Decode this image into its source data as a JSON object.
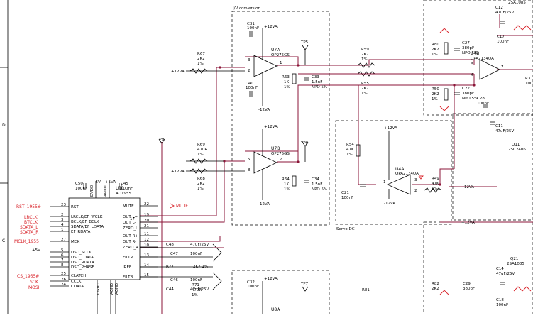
{
  "blocks": {
    "iv_title": "I/V conversion",
    "servo_title": "Servo DC"
  },
  "border": {
    "row_c": "C",
    "row_d": "D"
  },
  "rails": {
    "p12": "+12VA",
    "m12": "-12VA",
    "p5": "+5V",
    "p5va": "+5VA"
  },
  "testpoints": [
    "TP5",
    "TP6",
    "TP9",
    "TP7"
  ],
  "u7a": {
    "ref": "U7A",
    "part": "OP275GS"
  },
  "u7b": {
    "ref": "U7B",
    "part": "OP275GS"
  },
  "u8a": {
    "ref": "U8A"
  },
  "u4a": {
    "ref": "U4A",
    "part": "OPA2134UA"
  },
  "u4b": {
    "ref": "U4B",
    "part": "OPA2134UA"
  },
  "u11": {
    "ref": "U11",
    "part": "AD1955",
    "power_pins": [
      "DVDD",
      "AVDD"
    ],
    "gnd_pins": [
      "DGND",
      "AGND",
      "AGND"
    ],
    "left_pins": [
      {
        "num": "23",
        "name": "RST"
      },
      {
        "num": "2",
        "name": "LRCLK/EF_WCLK"
      },
      {
        "num": "3",
        "name": "BCLK/EF_BCLK"
      },
      {
        "num": "4",
        "name": "SDATA/EF_LDATA"
      },
      {
        "num": "1",
        "name": "EF_RDATA"
      },
      {
        "num": "27",
        "name": "MCK"
      },
      {
        "num": "5",
        "name": "DSD_SCLK"
      },
      {
        "num": "6",
        "name": "DSD_LDATA"
      },
      {
        "num": "7",
        "name": "DSD_RDATA"
      },
      {
        "num": "8",
        "name": "DSD_PHASE"
      },
      {
        "num": "25",
        "name": "CLATCH"
      },
      {
        "num": "26",
        "name": "CCLK"
      },
      {
        "num": "24",
        "name": "CDATA"
      }
    ],
    "right_pins": [
      {
        "num": "22",
        "name": "MUTE"
      },
      {
        "num": "19",
        "name": "OUT L+"
      },
      {
        "num": "20",
        "name": "OUT L-"
      },
      {
        "num": "21",
        "name": "ZERO_L"
      },
      {
        "num": "11",
        "name": "OUT R+"
      },
      {
        "num": "12",
        "name": "OUT R-"
      },
      {
        "num": "10",
        "name": "ZERO_R"
      },
      {
        "num": "13",
        "name": "FILTR"
      },
      {
        "num": "14",
        "name": "IREF"
      },
      {
        "num": "15",
        "name": "FILTB"
      }
    ],
    "extra_pin_nums": [
      "17"
    ]
  },
  "signals": {
    "rst": "RST_1955#",
    "lrclk": "LRCLK",
    "btclk": "BTCLK",
    "sdata_l": "SDATA_L",
    "sdata_r": "SDATA_R",
    "mclk": "MCLK_1955",
    "cs": "CS_1955#",
    "sck": "SCK",
    "mosi": "MOSI",
    "mute": "MUTE"
  },
  "pins": {
    "u7a_in_a": "3",
    "u7a_in_b": "2",
    "u7a_out": "1",
    "u7b_in_a": "5",
    "u7b_in_b": "8",
    "u7b_out": "7",
    "u4a_in_a": "3",
    "u4a_in_b": "2",
    "u4a_out": "1",
    "u4b_in_a": "5",
    "u4b_in_b": "6",
    "u4b_out": "7"
  },
  "parts": {
    "r67": {
      "ref": "R67",
      "val": "2K2",
      "tol": "1%"
    },
    "r68": {
      "ref": "R68",
      "val": "2K2",
      "tol": "1%"
    },
    "r69": {
      "ref": "R69",
      "val": "470R",
      "tol": "1%"
    },
    "r71": {
      "ref": "R71",
      "val": "470R",
      "tol": "1%"
    },
    "r63": {
      "ref": "R63",
      "val": "1K",
      "tol": "1%"
    },
    "r64": {
      "ref": "R64",
      "val": "1K",
      "tol": "1%"
    },
    "r59": {
      "ref": "R59",
      "val": "2K7",
      "tol": "1%"
    },
    "r55": {
      "ref": "R55",
      "val": "2K7",
      "tol": "1%"
    },
    "r54": {
      "ref": "R54",
      "val": "47K",
      "tol": "1%"
    },
    "r49": {
      "ref": "R49",
      "val": "47K",
      "tol": "1%"
    },
    "r80": {
      "ref": "R80",
      "val": "2K2",
      "tol": "1%"
    },
    "r50": {
      "ref": "R50",
      "val": "2K2",
      "tol": "1%"
    },
    "r77": {
      "ref": "R77",
      "val": "2K7 1%"
    },
    "r81": {
      "ref": "R81"
    },
    "r82": {
      "ref": "R82",
      "val": "2K2"
    },
    "c31": {
      "ref": "C31",
      "val": "100nF"
    },
    "c40": {
      "ref": "C40",
      "val": "100nF"
    },
    "c32": {
      "ref": "C32",
      "val": "100nF"
    },
    "c33": {
      "ref": "C33",
      "val": "1.5nF",
      "tol": "NPO 5%"
    },
    "c34": {
      "ref": "C34",
      "val": "1.5nF",
      "tol": "NPO 5%"
    },
    "c21": {
      "ref": "C21",
      "val": "100nF"
    },
    "c27": {
      "ref": "C27",
      "val": "380pF",
      "tol": "NPO 5%"
    },
    "c22": {
      "ref": "C22",
      "val": "380pF",
      "tol": "NPO 5%"
    },
    "c29": {
      "ref": "C29",
      "val": "380pF"
    },
    "c28": {
      "ref": "C28",
      "val": "100nF"
    },
    "c11": {
      "ref": "C11",
      "val": "47uF/25V"
    },
    "c12": {
      "ref": "C12",
      "val": "47uF/25V"
    },
    "c17": {
      "ref": "C17",
      "val": "100nF"
    },
    "c14": {
      "ref": "C14",
      "val": "47uF/25V"
    },
    "c18": {
      "ref": "C18",
      "val": "100nF"
    },
    "c50": {
      "ref": "C50",
      "val": "100nF"
    },
    "c45": {
      "ref": "C45",
      "val": "100nF"
    },
    "c48": {
      "ref": "C48",
      "val": "47uF/25V"
    },
    "c47": {
      "ref": "C47",
      "val": "100nF"
    },
    "c46": {
      "ref": "C46",
      "val": "100nF"
    },
    "c44": {
      "ref": "C44",
      "val": "47uF/25V"
    },
    "r3": {
      "ref": "R3",
      "val": "100"
    }
  },
  "transistors": {
    "top": "2SA1085",
    "q11": {
      "ref": "Q11",
      "part": "2SC2406"
    },
    "q21": {
      "ref": "Q21",
      "part": "2SA1085"
    }
  }
}
